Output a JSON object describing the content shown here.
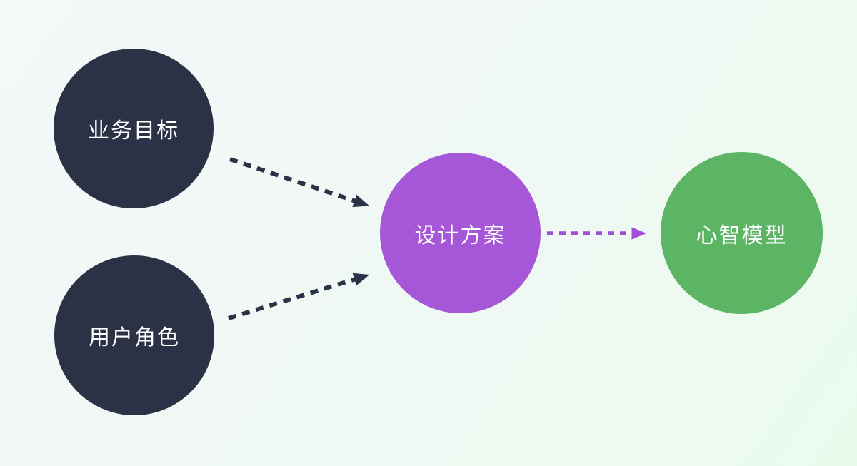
{
  "diagram": {
    "background": {
      "top_left_color": "#f3f8f9",
      "bottom_right_color": "#eafbee"
    },
    "nodes": [
      {
        "id": "business-goals",
        "label": "业务目标",
        "shape": "circle",
        "color": "#2b3246",
        "text_color": "#ffffff"
      },
      {
        "id": "user-roles",
        "label": "用户角色",
        "shape": "circle",
        "color": "#2b3246",
        "text_color": "#ffffff"
      },
      {
        "id": "design-plan",
        "label": "设计方案",
        "shape": "circle",
        "color": "#a557d8",
        "text_color": "#ffffff"
      },
      {
        "id": "mental-model",
        "label": "心智模型",
        "shape": "circle",
        "color": "#5cb564",
        "text_color": "#ffffff"
      }
    ],
    "connectors": [
      {
        "from": "business-goals",
        "to": "design-plan",
        "style": "dashed-arrow",
        "color": "#2b3246"
      },
      {
        "from": "user-roles",
        "to": "design-plan",
        "style": "dashed-arrow",
        "color": "#2b3246"
      },
      {
        "from": "design-plan",
        "to": "mental-model",
        "style": "dashed-arrow",
        "color": "#a24fd8"
      }
    ]
  }
}
